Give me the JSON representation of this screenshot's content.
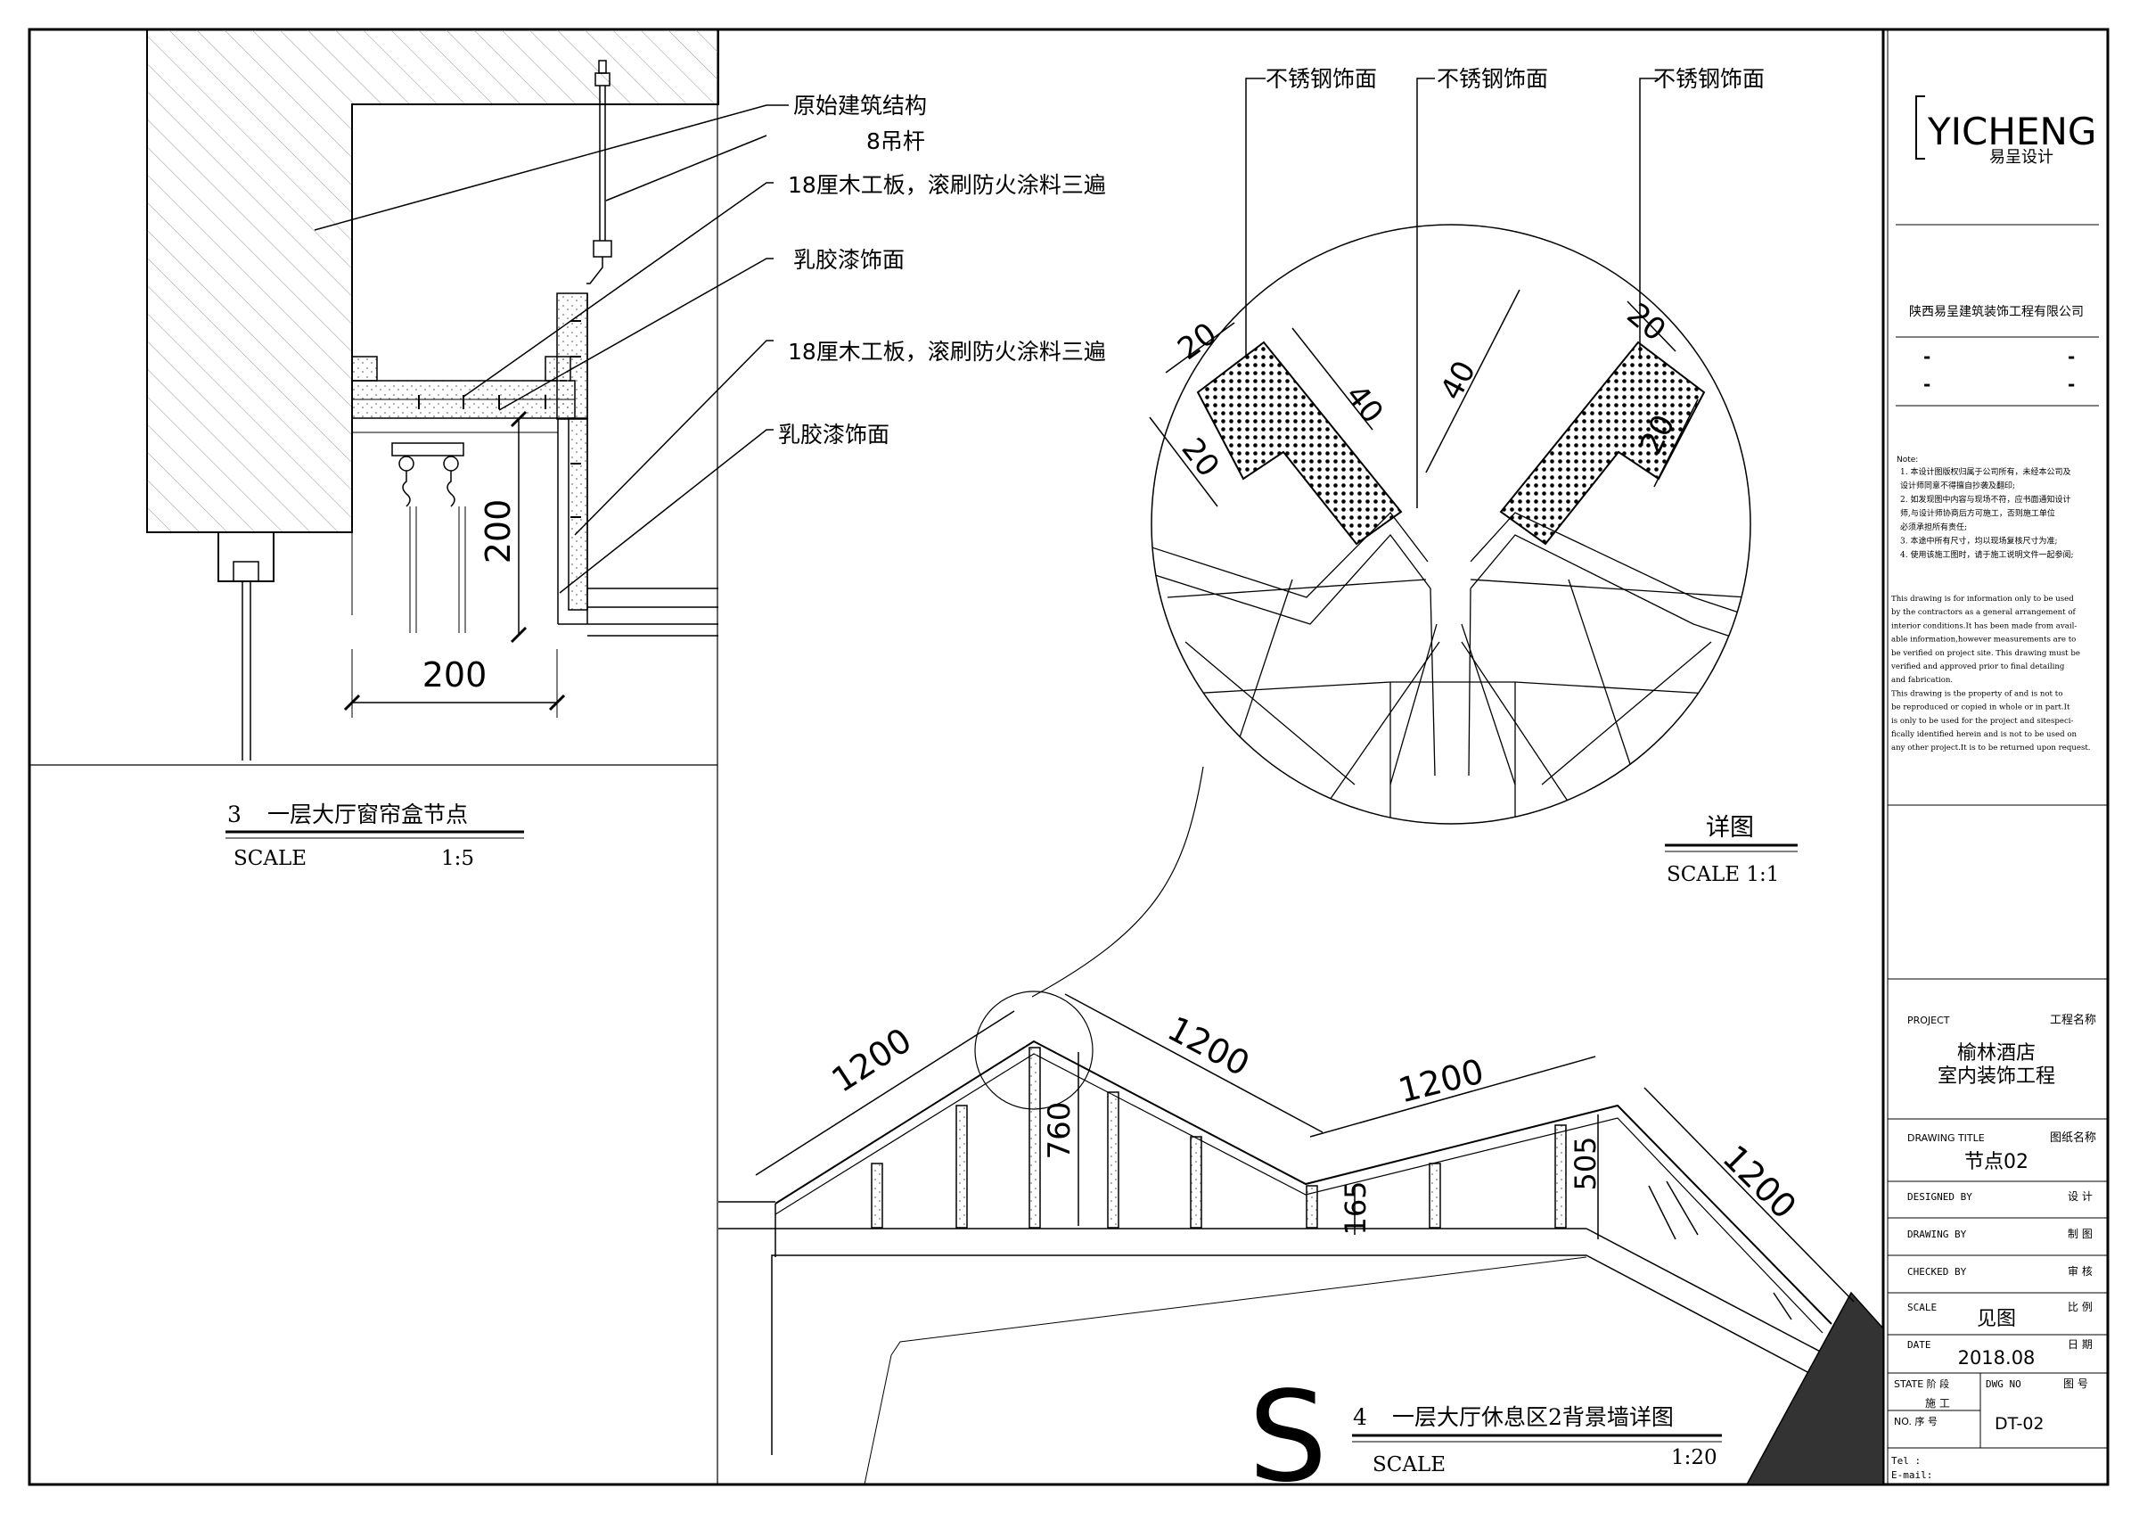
{
  "detail3": {
    "labels": [
      "原始建筑结构",
      "8吊杆",
      "18厘木工板，滚刷防火涂料三遍",
      "乳胶漆饰面",
      "18厘木工板，滚刷防火涂料三遍",
      "乳胶漆饰面"
    ],
    "dim_vertical": "200",
    "dim_horizontal": "200",
    "title_no": "3",
    "title": "一层大厅窗帘盒节点",
    "scale_label": "SCALE",
    "scale": "1:5"
  },
  "detail_zoom": {
    "labels": [
      "不锈钢饰面",
      "不锈钢饰面",
      "不锈钢饰面"
    ],
    "dims": [
      "20",
      "20",
      "40",
      "40",
      "20",
      "20"
    ],
    "title": "详图",
    "scale": "SCALE 1:1"
  },
  "detail4": {
    "dims": [
      "1200",
      "1200",
      "1200",
      "1200",
      "760",
      "165",
      "505"
    ],
    "north_mark": "S",
    "title_no": "4",
    "title": "一层大厅休息区2背景墙详图",
    "scale_label": "SCALE",
    "scale": "1:20"
  },
  "titleblock": {
    "logo": "YICHENG",
    "logo_cn": "易呈设计",
    "company": "陕西易呈建筑装饰工程有限公司",
    "dash1": "-",
    "dash2": "-",
    "notes_title": "Note:",
    "notes_cn": [
      "1. 本设计图版权归属于公司所有，未经本公司及",
      "设计师同意不得擅自抄袭及翻印;",
      "2. 如发现图中内容与现场不符，应书面通知设计",
      "师,与设计师协商后方可施工，否则施工单位",
      "必须承担所有责任;",
      "3. 本途中所有尺寸，均以现场复核尺寸为准;",
      "4. 使用该施工图时，请于施工说明文件一起参阅;"
    ],
    "notes_en": [
      "This drawing is for information only to be used",
      "by the contractors as a general arrangement of",
      "interior conditions.It has been made from avail-",
      "able  information,however measurements are to",
      "be verified on project site. This drawing must be",
      "verified and approved prior to final detailing",
      "and fabrication.",
      "  This drawing is the property of and is not to",
      "be reproduced or copied in whole or in part.It",
      "is only to be used for the project  and sitespeci-",
      "fically  identified herein and is not to be used on",
      "any other project.It is to be returned upon request."
    ],
    "project_label": "PROJECT",
    "project_label_cn": "工程名称",
    "project_name_1": "榆林酒店",
    "project_name_2": "室内装饰工程",
    "drawing_title_label": "DRAWING TITLE",
    "drawing_title_label_cn": "图纸名称",
    "drawing_title": "节点02",
    "designed_label": "DESIGNED  BY",
    "designed_label_cn": "设   计",
    "drawing_label": "DRAWING  BY",
    "drawing_label_cn": "制   图",
    "checked_label": "CHECKED  BY",
    "checked_label_cn": "审   核",
    "scale_label": "SCALE",
    "scale_label_cn": "比   例",
    "scale_value": "见图",
    "date_label": "DATE",
    "date_label_cn": "日   期",
    "date_value": "2018.08",
    "state_label": "STATE 阶   段",
    "state_value": "施   工",
    "dwgno_label": "DWG NO",
    "dwgno_label_cn": "图   号",
    "no_label": "NO. 序   号",
    "dwg_number": "DT-02",
    "tel_label": "Tel :",
    "email_label": "E-mail:"
  }
}
